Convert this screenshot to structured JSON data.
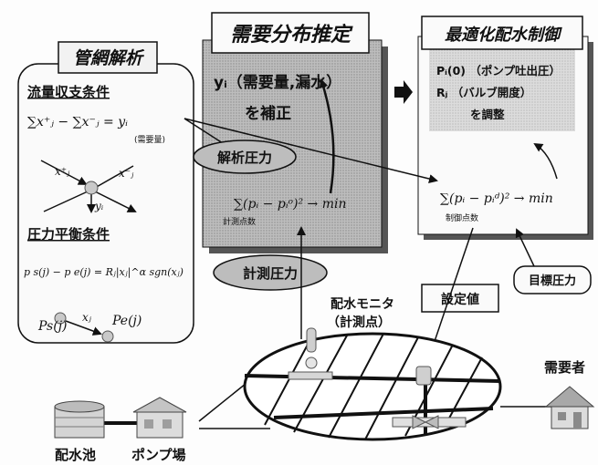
{
  "panels": {
    "pipe_network": {
      "title": "管網解析",
      "flow_title": "流量収支条件",
      "flow_eq": "∑x⁺ⱼ − ∑x⁻ⱼ = yᵢ",
      "flow_eq_note": "(需要量)",
      "node_in": "x⁺ⱼ",
      "node_out": "x⁻ⱼ",
      "node_y": "yᵢ",
      "pressure_title": "圧力平衡条件",
      "pressure_eq": "p s(j) − p e(j) = Rⱼ|xⱼ|^α sgn(xⱼ)",
      "ps": "Ps(j)",
      "pe": "Pe(j)",
      "xj": "xⱼ"
    },
    "demand_estimation": {
      "title": "需要分布推定",
      "line1": "yᵢ（需要量,漏水）",
      "line2": "を補正",
      "formula": "∑(pᵢ − pᵢᵒ)² → min",
      "formula_sub": "計測点数"
    },
    "optimal_control": {
      "title": "最適化配水制御",
      "line1": "Pᵢ(0)  （ポンプ吐出圧）",
      "line2": "Rⱼ    （バルブ開度）",
      "line3": "を調整",
      "formula": "∑(pᵢ − pᵢᵈ)² → min",
      "formula_sub": "制御点数"
    }
  },
  "labels": {
    "analysis_pressure": "解析圧力",
    "measured_pressure": "計測圧力",
    "target_pressure": "目標圧力",
    "setpoint": "設定値",
    "monitor_line1": "配水モニタ",
    "monitor_line2": "（計測点）",
    "reservoir": "配水池",
    "pump_station": "ポンプ場",
    "consumer": "需要者"
  }
}
